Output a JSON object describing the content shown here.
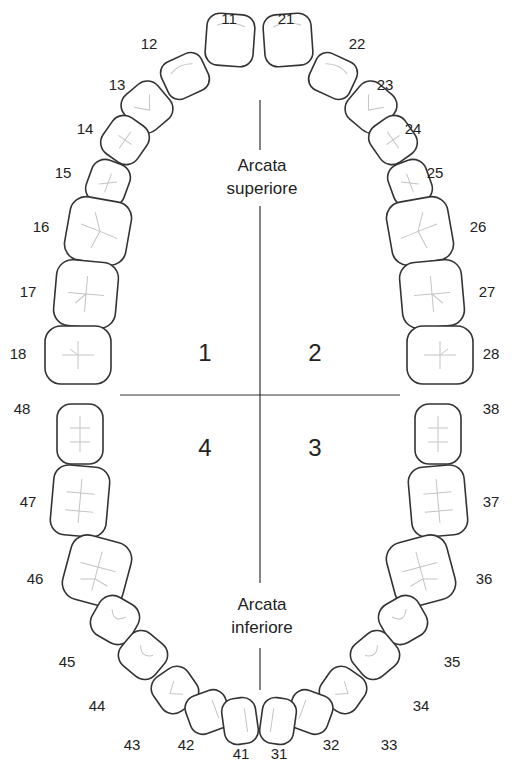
{
  "diagram": {
    "labels": [
      "11",
      "21",
      "12",
      "22",
      "13",
      "23",
      "14",
      "24",
      "Arcata superiore",
      "15",
      "25",
      "16",
      "26",
      "17",
      "27",
      "18",
      "1",
      "2",
      "28",
      "48",
      "4",
      "3",
      "38",
      "47",
      "37",
      "46",
      "36",
      "Arcata inferiore",
      "45",
      "35",
      "44",
      "34",
      "43",
      "33",
      "42",
      "32",
      "41",
      "31"
    ]
  }
}
